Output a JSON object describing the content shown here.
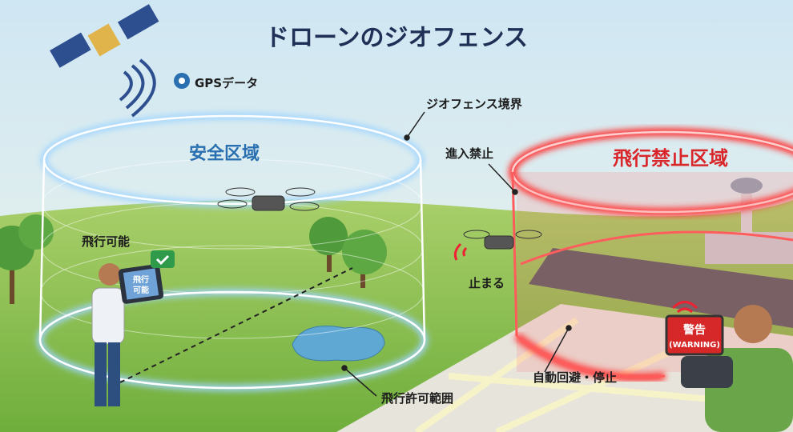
{
  "title": "ドローンのジオフェンス",
  "gps_label": "GPSデータ",
  "boundary_label": "ジオフェンス境界",
  "safe_zone": "安全区域",
  "no_entry": "進入禁止",
  "no_fly_zone": "飛行禁止区域",
  "flight_ok": "飛行可能",
  "stop": "止まる",
  "auto_avoid": "自動回避・停止",
  "permitted_range": "飛行許可範囲",
  "tablet_text": [
    "飛行",
    "可能"
  ],
  "warning": {
    "title": "警告",
    "subtitle": "(WARNING)"
  },
  "colors": {
    "safe": "#2a6fb0",
    "danger": "#d9262a",
    "title": "#1f2f55"
  }
}
